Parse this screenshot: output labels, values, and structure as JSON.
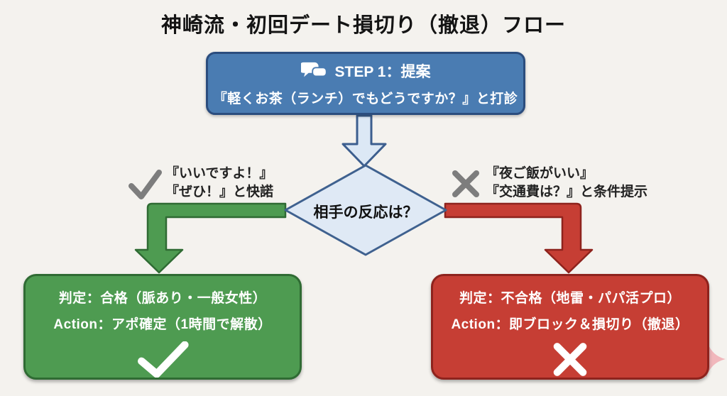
{
  "title": "神崎流・初回デート損切り（撤退）フロー",
  "step1": {
    "icon": "speech-bubbles-icon",
    "heading": "STEP 1：提案",
    "body": "『軽くお茶（ランチ）でもどうですか？』と打診"
  },
  "decision": {
    "label": "相手の反応は？"
  },
  "yes_branch": {
    "icon": "check-icon",
    "lines": [
      "『いいですよ！』",
      "『ぜひ！』と快諾"
    ]
  },
  "no_branch": {
    "icon": "x-icon",
    "lines": [
      "『夜ご飯がいい』",
      "『交通費は？』と条件提示"
    ]
  },
  "pass_box": {
    "line1": "判定：合格（脈あり・一般女性）",
    "line2": "Action：アポ確定（1時間で解散）",
    "icon": "check-icon"
  },
  "fail_box": {
    "line1": "判定：不合格（地雷・パパ活プロ）",
    "line2": "Action：即ブロック＆損切り（撤退）",
    "icon": "x-icon"
  },
  "colors": {
    "background": "#f4f2ee",
    "blue_fill": "#4a7cb2",
    "blue_border": "#2b4d7e",
    "diamond_fill": "#dfe9f5",
    "diamond_border": "#3f618f",
    "green_fill": "#4e9b51",
    "green_border": "#2f6b33",
    "red_fill": "#c63e34",
    "red_border": "#8e231d",
    "gray_mark": "#7d7d7d",
    "sparkle_pink": "#f0b3b8"
  }
}
